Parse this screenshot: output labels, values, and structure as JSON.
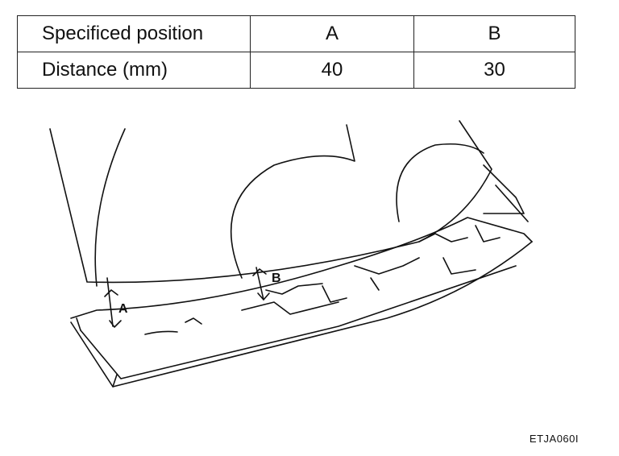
{
  "table": {
    "header": [
      "Specificed position",
      "A",
      "B"
    ],
    "row": [
      "Distance (mm)",
      "40",
      "30"
    ]
  },
  "illustration": {
    "label_a": "A",
    "label_b": "B"
  },
  "figure_code": "ETJA060I"
}
